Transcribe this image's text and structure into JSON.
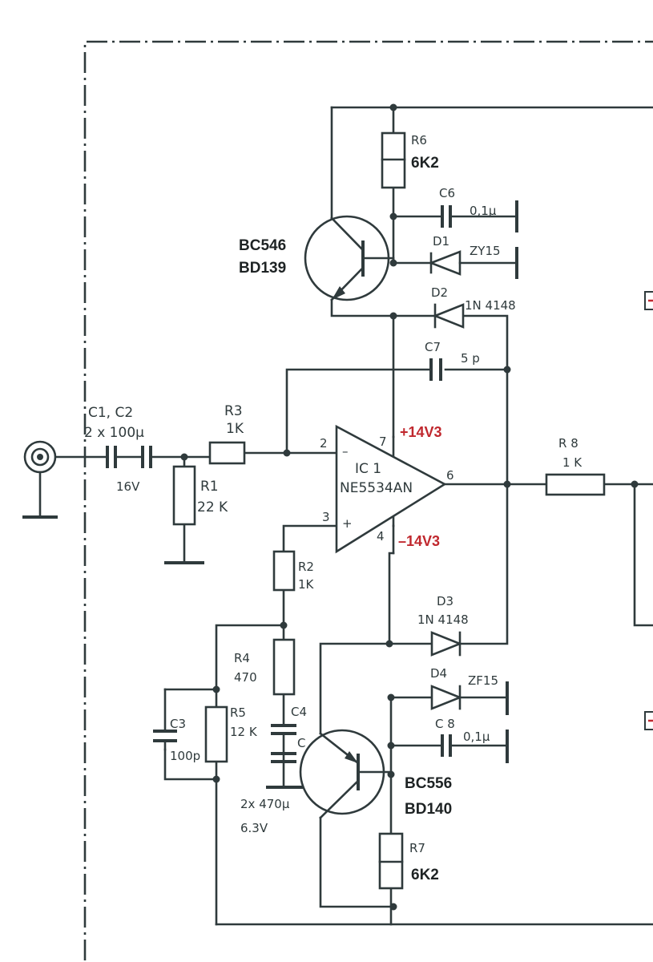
{
  "input": {
    "capacitor_name": "C1, C2",
    "capacitor_value": "2 x 100µ",
    "capacitor_voltage": "16V"
  },
  "resistors": {
    "r1": {
      "name": "R1",
      "value": "22 K"
    },
    "r2": {
      "name": "R2",
      "value": "1K"
    },
    "r3": {
      "name": "R3",
      "value": "1K"
    },
    "r4": {
      "name": "R4",
      "value": "470"
    },
    "r5": {
      "name": "R5",
      "value": "12 K"
    },
    "r6": {
      "name": "R6",
      "value": "6K2"
    },
    "r7": {
      "name": "R7",
      "value": "6K2"
    },
    "r8": {
      "name": "R 8",
      "value": "1 K"
    }
  },
  "capacitors": {
    "c3": {
      "name": "C3",
      "value": "100p"
    },
    "c4": {
      "name": "C4",
      "letter": "C",
      "value": "2x 470µ",
      "voltage": "6.3V"
    },
    "c6": {
      "name": "C6",
      "value": "0,1µ"
    },
    "c7": {
      "name": "C7",
      "value": "5 p"
    },
    "c8": {
      "name": "C 8",
      "value": "0,1µ"
    }
  },
  "diodes": {
    "d1": {
      "name": "D1",
      "value": "ZY15"
    },
    "d2": {
      "name": "D2",
      "value": "1N 4148"
    },
    "d3": {
      "name": "D3",
      "value": "1N 4148"
    },
    "d4": {
      "name": "D4",
      "value": "ZF15"
    }
  },
  "transistors": {
    "upper": {
      "line1": "BC546",
      "line2": "BD139"
    },
    "lower": {
      "line1": "BC556",
      "line2": "BD140"
    }
  },
  "opamp": {
    "name": "IC 1",
    "part": "NE5534AN",
    "pin_inverting": "2",
    "pin_noninverting": "3",
    "pin_vplus": "7",
    "pin_vminus": "4",
    "pin_output": "6",
    "sign_minus": "–",
    "sign_plus": "+"
  },
  "supply": {
    "positive": "+14V3",
    "negative": "–14V3",
    "color": "#c0282e"
  }
}
